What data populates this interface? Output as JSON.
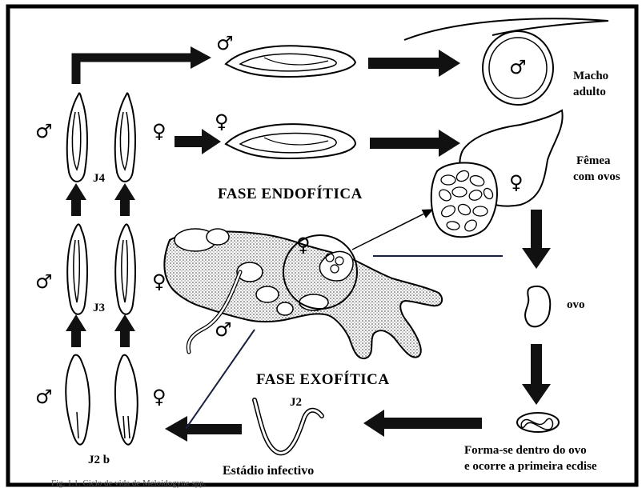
{
  "phases": {
    "endophytic": "FASE ENDOFÍTICA",
    "exophytic": "FASE EXOFÍTICA"
  },
  "stages": {
    "j4": "J4",
    "j3": "J3",
    "j2b": "J2 b",
    "j2": "J2",
    "infective": "Estádio infectivo",
    "egg": "ovo",
    "molt_line1": "Forma-se dentro do ovo",
    "molt_line2": "e ocorre a primeira  ecdise"
  },
  "adults": {
    "male_line1": "Macho",
    "male_line2": "adulto",
    "female_line1": "Fêmea",
    "female_line2": "com ovos"
  },
  "symbols": {
    "male": "♂",
    "female": "♀"
  },
  "caption": "Fig. 1.1. Ciclo de vida de Meloidogyne spp."
}
